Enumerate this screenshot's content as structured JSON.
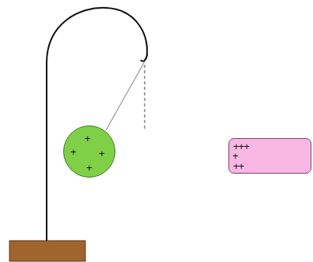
{
  "diagram": {
    "nodes": [
      {
        "text": [
          "+",
          "+",
          "+",
          "+"
        ]
      },
      {
        "text": [
          "+++",
          "+",
          "++"
        ]
      }
    ]
  }
}
